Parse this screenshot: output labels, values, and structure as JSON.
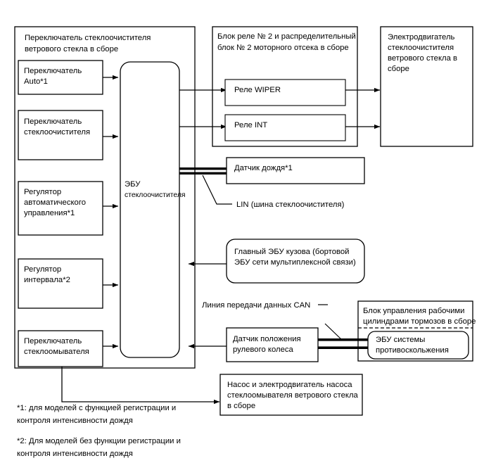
{
  "diagram": {
    "title_hidden": "",
    "groups": {
      "wiper_switch_assy": {
        "label_line1": "Переключатель стеклоочистителя",
        "label_line2": "ветрового стекла в сборе"
      },
      "relay_block": {
        "label_line1": "Блок реле № 2 и распределительный",
        "label_line2": "блок № 2 моторного отсека в сборе"
      },
      "brake_actuator": {
        "label_line1": "Блок управления рабочими",
        "label_line2": "цилиндрами тормозов в сборе"
      }
    },
    "boxes": {
      "auto_switch": {
        "line1": "Переключатель",
        "line2": "Auto*1"
      },
      "wiper_switch": {
        "line1": "Переключатель",
        "line2": "стеклоочистителя"
      },
      "auto_control_regulator": {
        "line1": "Регулятор",
        "line2": "автоматического",
        "line3": "управления*1"
      },
      "interval_regulator": {
        "line1": "Регулятор",
        "line2": "интервала*2"
      },
      "washer_switch": {
        "line1": "Переключатель",
        "line2": "стеклоомывателя"
      },
      "wiper_ecu": {
        "line1": "ЭБУ",
        "line2": "стеклоочистителя"
      },
      "relay_wiper": {
        "line1": "Реле WIPER"
      },
      "relay_int": {
        "line1": "Реле INT"
      },
      "wiper_motor": {
        "line1": "Электродвигатель",
        "line2": "стеклоочистителя",
        "line3": "ветрового стекла в",
        "line4": "сборе"
      },
      "rain_sensor": {
        "line1": "Датчик дождя*1"
      },
      "main_body_ecu": {
        "line1": "Главный ЭБУ кузова (бортовой",
        "line2": "ЭБУ сети мультиплексной связи)"
      },
      "steering_angle_sensor": {
        "line1": "Датчик положения",
        "line2": "рулевого колеса"
      },
      "skid_control_ecu": {
        "line1": "ЭБУ системы",
        "line2": "противоскольжения"
      },
      "washer_pump": {
        "line1": "Насос и электродвигатель насоса",
        "line2": "стеклоомывателя ветрового стекла",
        "line3": "в сборе"
      }
    },
    "bus_labels": {
      "lin": "LIN (шина стеклоочистителя)",
      "can": "Линия передачи данных CAN"
    },
    "footnotes": {
      "note1_line1": "*1: для моделей с функцией регистрации и",
      "note1_line2": "контроля интенсивности дождя",
      "note2_line1": "*2: Для моделей без функции регистрации и",
      "note2_line2": "контроля интенсивности дождя"
    },
    "colors": {
      "stroke": "#000000",
      "fill": "#ffffff",
      "bus": "#000000"
    }
  }
}
